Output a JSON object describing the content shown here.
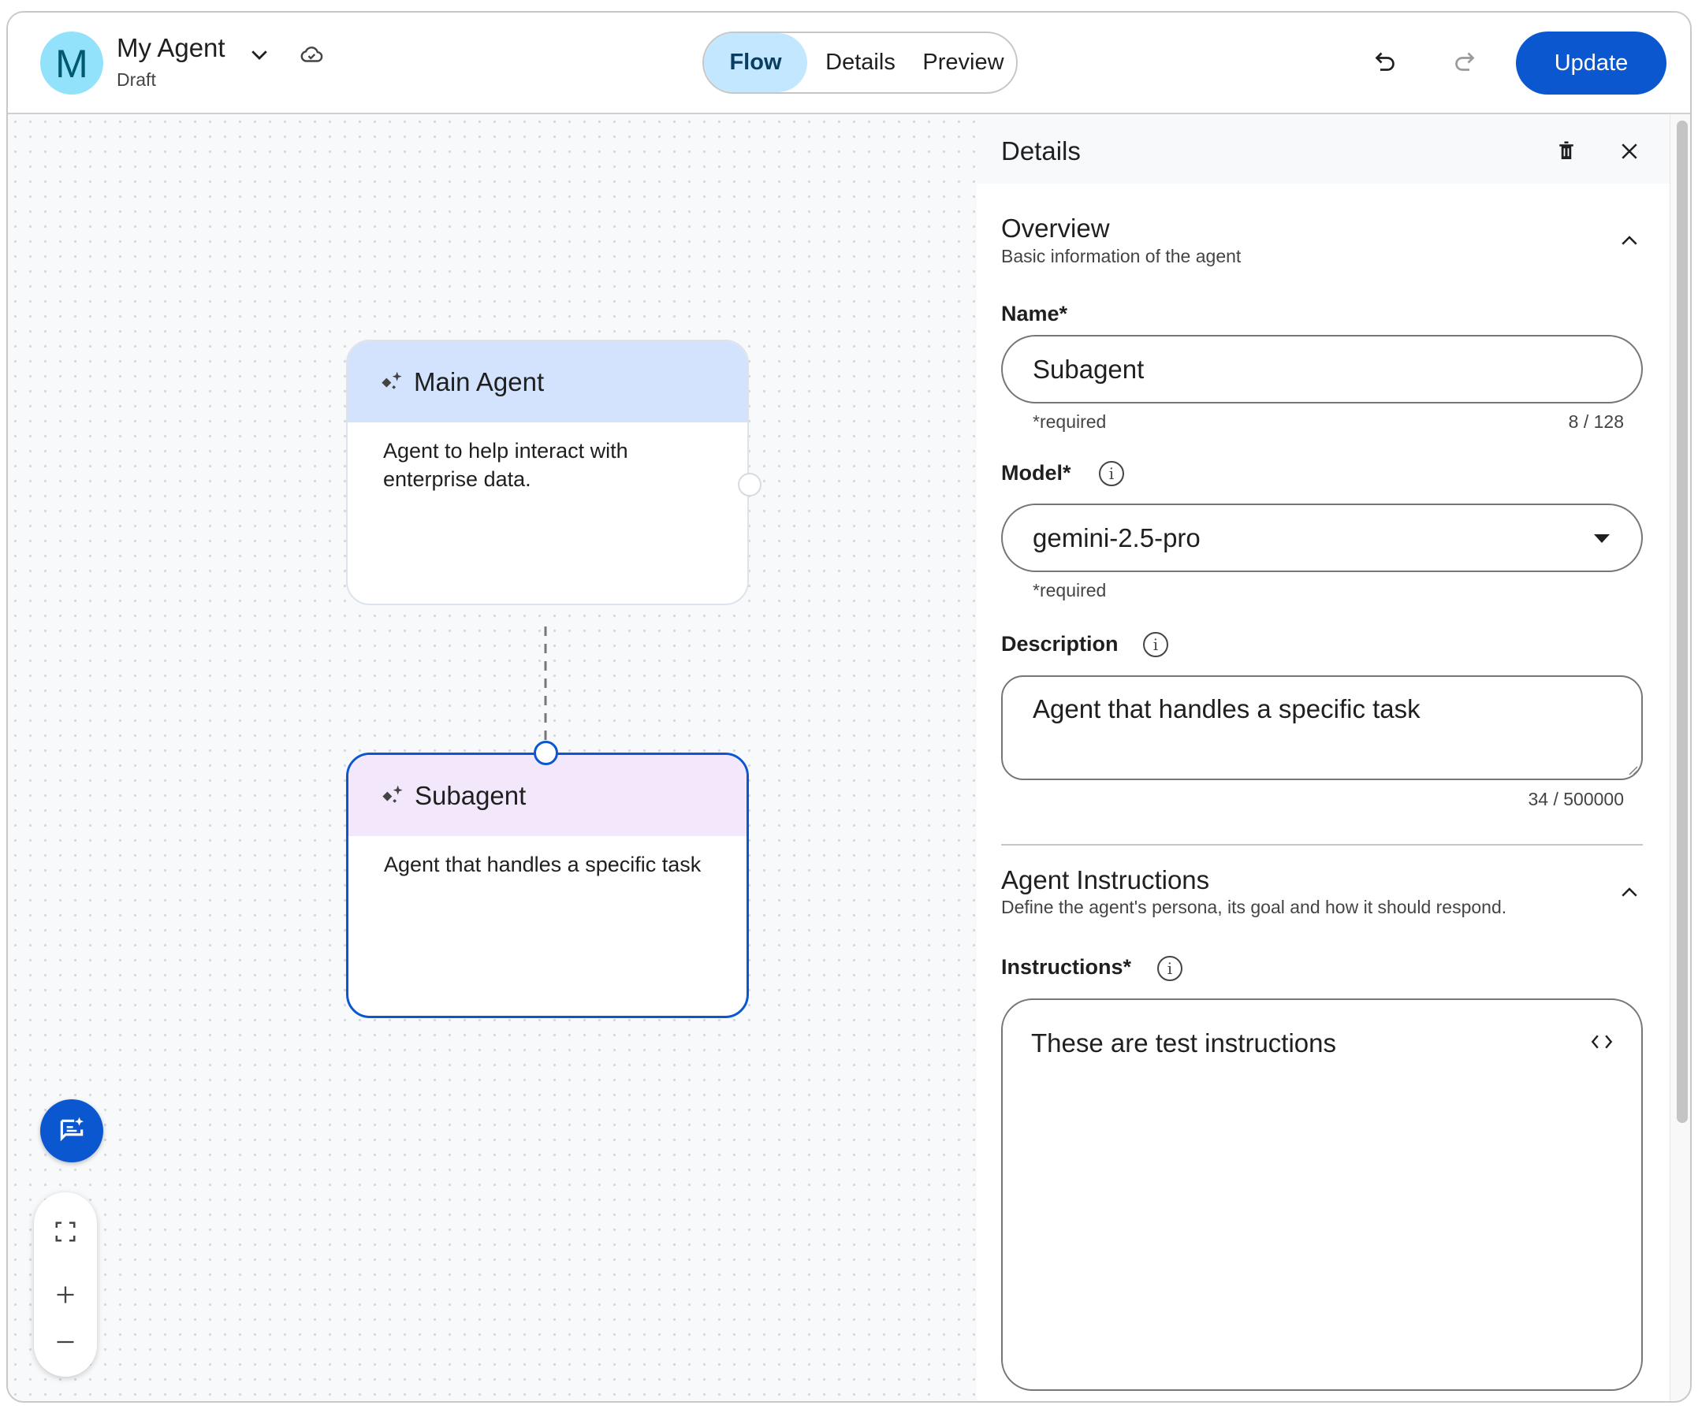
{
  "header": {
    "avatar_letter": "M",
    "agent_name": "My Agent",
    "status": "Draft",
    "tabs": [
      {
        "label": "Flow",
        "active": true
      },
      {
        "label": "Details",
        "active": false
      },
      {
        "label": "Preview",
        "active": false
      }
    ],
    "update_label": "Update"
  },
  "canvas": {
    "nodes": [
      {
        "title": "Main Agent",
        "description": "Agent to help interact with enterprise data."
      },
      {
        "title": "Subagent",
        "description": "Agent that handles a specific task",
        "selected": true
      }
    ]
  },
  "panel": {
    "title": "Details",
    "overview": {
      "title": "Overview",
      "subtitle": "Basic information of the agent",
      "name_label": "Name*",
      "name_value": "Subagent",
      "name_helper": "*required",
      "name_count": "8 / 128",
      "model_label": "Model*",
      "model_value": "gemini-2.5-pro",
      "model_helper": "*required",
      "description_label": "Description",
      "description_value": "Agent that handles a specific task",
      "description_count": "34 / 500000"
    },
    "instructions": {
      "title": "Agent Instructions",
      "subtitle": "Define the agent's persona, its goal and how it should respond.",
      "label": "Instructions*",
      "value": "These are test instructions"
    }
  },
  "colors": {
    "accent": "#0b57d0",
    "main_node_header": "#d3e3fd",
    "subagent_header": "#f3e8fb",
    "active_tab": "#c2e7ff"
  }
}
